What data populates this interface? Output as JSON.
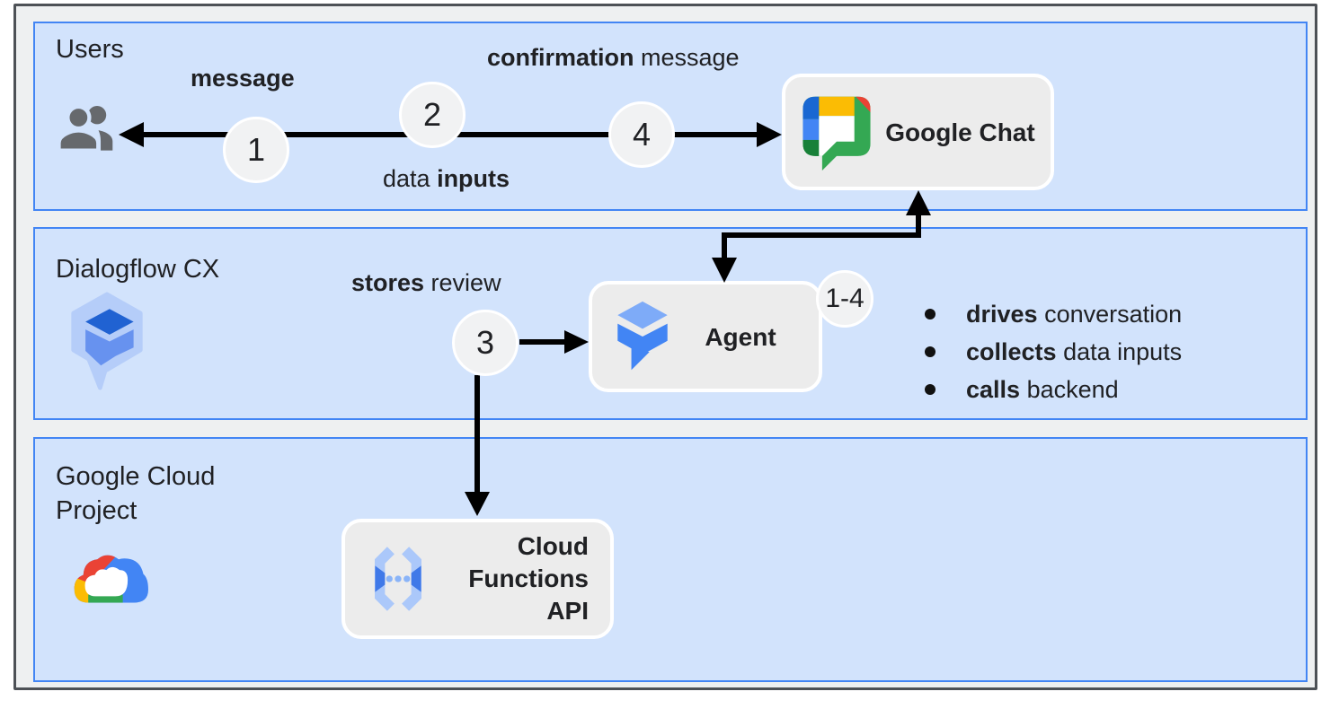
{
  "bands": [
    {
      "label": "Users"
    },
    {
      "label": "Dialogflow CX"
    },
    {
      "label": "Google Cloud Project"
    }
  ],
  "nodes": {
    "google_chat": {
      "label": "Google Chat"
    },
    "agent": {
      "label": "Agent"
    },
    "cloud_functions": {
      "label": "Cloud Functions API"
    }
  },
  "steps": {
    "step1": "1",
    "step2": "2",
    "step3": "3",
    "step4": "4",
    "range": "1-4"
  },
  "edge_labels": {
    "message": {
      "bold": "message"
    },
    "confirmation_message": {
      "bold": "confirmation",
      "rest": " message"
    },
    "data_inputs": {
      "pre": "data ",
      "bold": "inputs"
    },
    "stores_review": {
      "bold": "stores",
      "rest": " review"
    }
  },
  "agent_bullets": [
    {
      "bold": "drives",
      "rest": " conversation"
    },
    {
      "bold": "collects",
      "rest": " data inputs"
    },
    {
      "bold": "calls",
      "rest": " backend"
    }
  ],
  "icons": {
    "users": "two-people-silhouette",
    "google_chat": "chat-bubble-logo",
    "dialogflow_cx": "cube-in-hex-bubble-logo",
    "dialogflow_agent": "cube-chat-logo",
    "google_cloud": "multicolor-cloud-logo",
    "cloud_functions": "brackets-ellipsis-logo"
  },
  "colors": {
    "band_fill": "#d2e3fc",
    "band_border": "#4285f4",
    "box_fill": "#ececec",
    "box_border": "#ffffff",
    "frame_fill": "#eef0f1",
    "frame_border": "#4d5156",
    "arrow": "#000000",
    "text": "#202124",
    "circle_fill": "#f1f2f3",
    "users_icon": "#66696d"
  }
}
